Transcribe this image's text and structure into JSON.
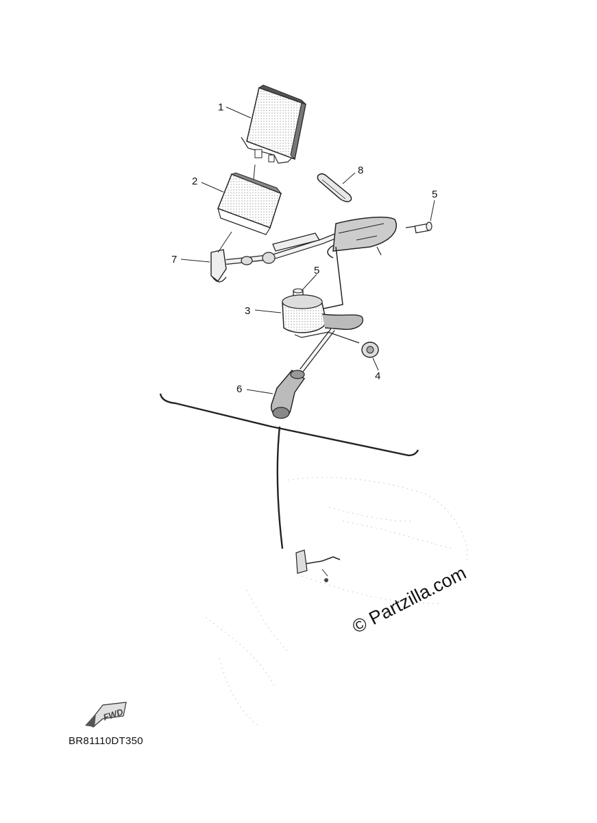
{
  "callouts": [
    {
      "id": "1",
      "label": "1"
    },
    {
      "id": "2",
      "label": "2"
    },
    {
      "id": "3",
      "label": "3"
    },
    {
      "id": "4",
      "label": "4"
    },
    {
      "id": "5a",
      "label": "5"
    },
    {
      "id": "5b",
      "label": "5"
    },
    {
      "id": "6",
      "label": "6"
    },
    {
      "id": "7",
      "label": "7"
    },
    {
      "id": "8",
      "label": "8"
    }
  ],
  "fwd_label": "FWD",
  "diagram_code": "BR81110DT350",
  "watermark": "© Partzilla.com",
  "colors": {
    "line": "#222222",
    "part_fill": "#e6e6e6",
    "dot": "#9a9a9a",
    "ghost": "#c8c8c8"
  }
}
